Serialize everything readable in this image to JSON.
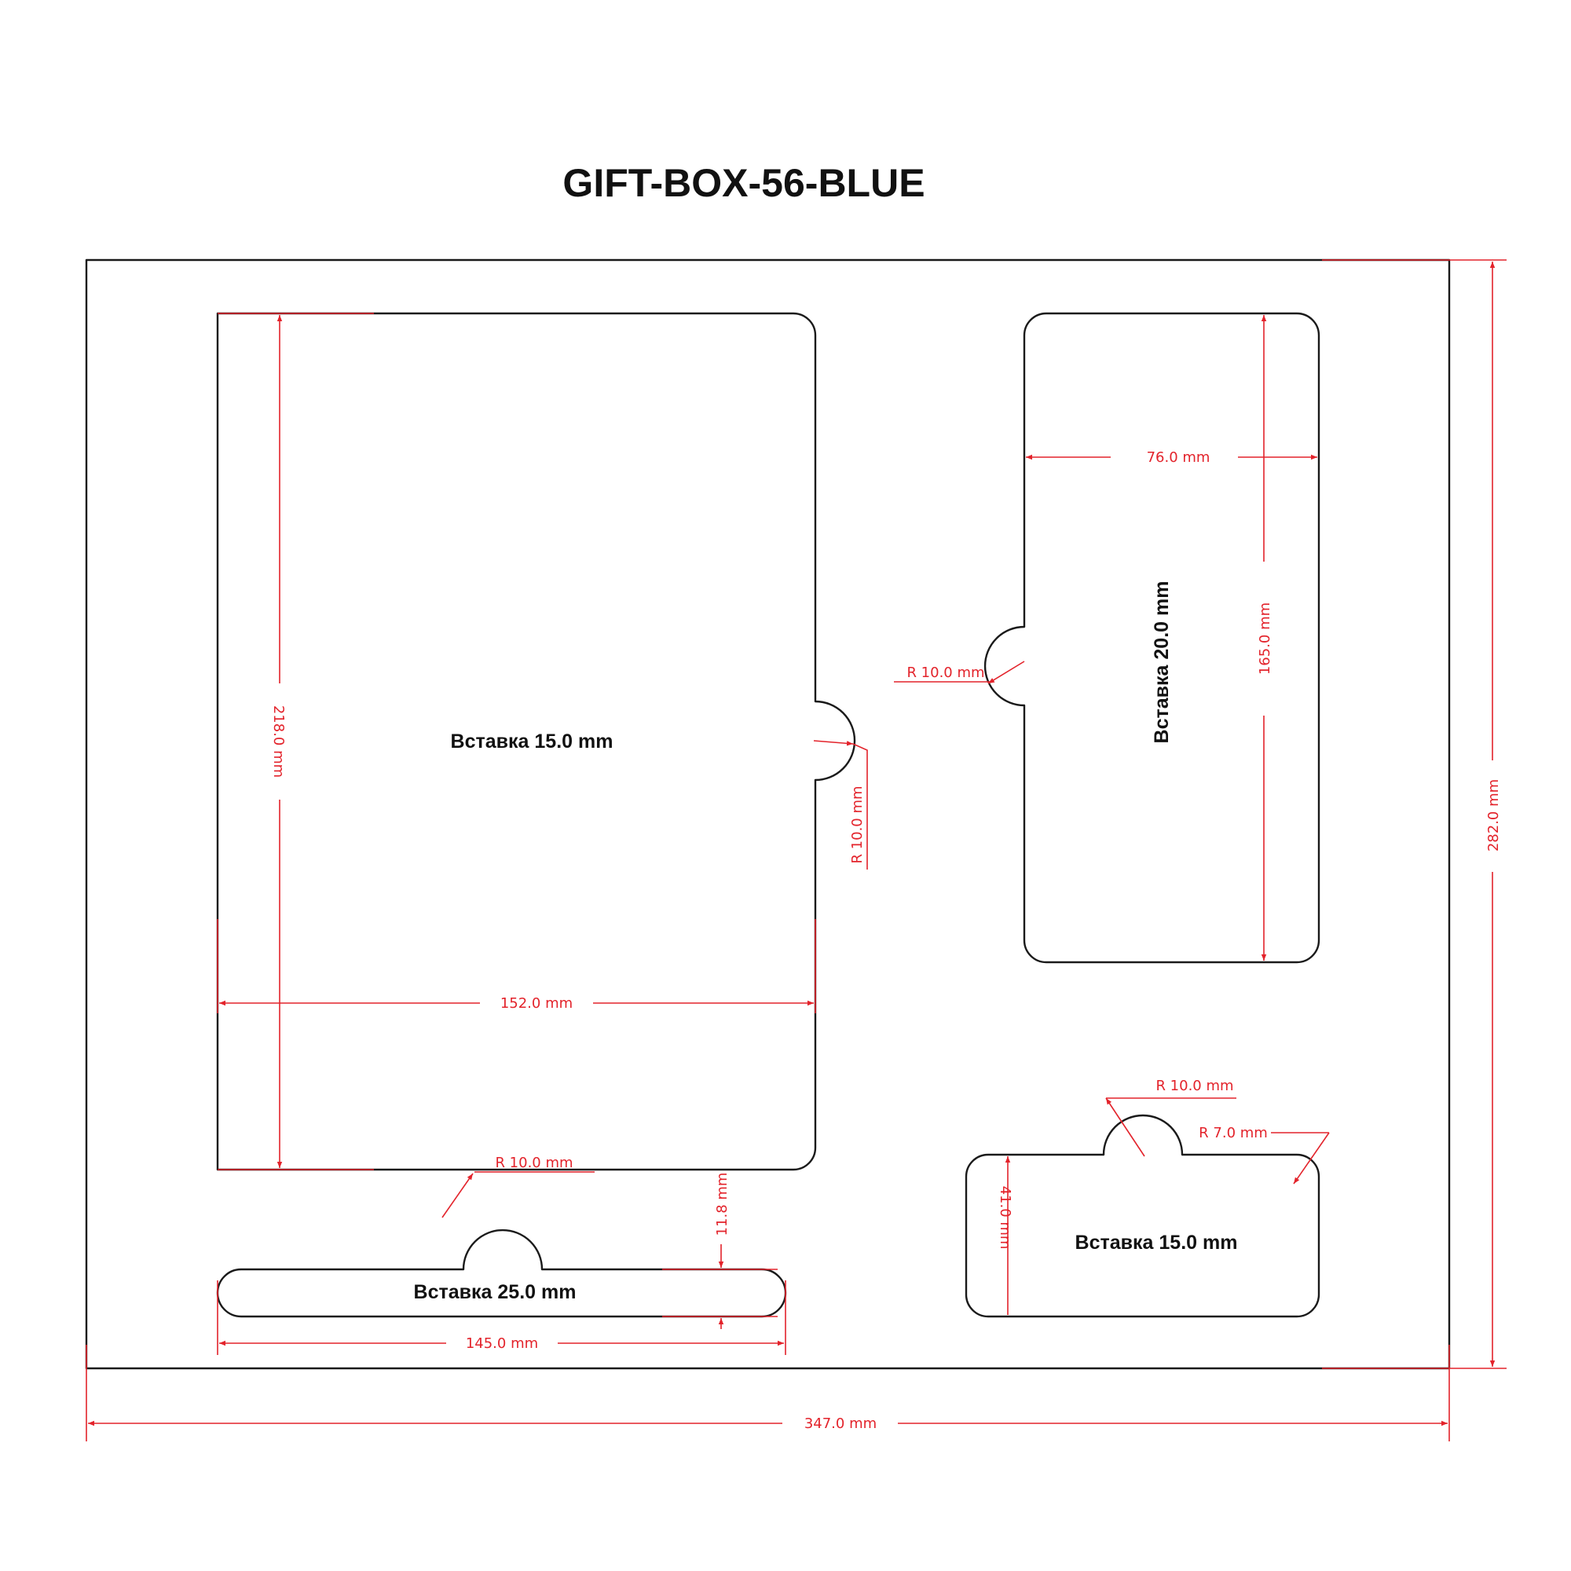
{
  "title": "GIFT-BOX-56-BLUE",
  "colors": {
    "outline": "#1a1a1a",
    "dimension": "#e3232b",
    "background": "#ffffff"
  },
  "insert_labels": {
    "large": "Вставка 15.0 mm",
    "tall": "Вставка 20.0 mm",
    "small": "Вставка 15.0 mm",
    "strip": "Вставка 25.0 mm"
  },
  "dimensions": {
    "overall_width": "347.0 mm",
    "overall_height": "282.0 mm",
    "large_width": "152.0 mm",
    "large_height": "218.0 mm",
    "large_notch_radius": "R 10.0 mm",
    "large_corner_radius": "R 10.0 mm",
    "tall_width": "76.0 mm",
    "tall_height": "165.0 mm",
    "tall_notch_radius": "R 10.0 mm",
    "small_notch_radius": "R 10.0 mm",
    "small_corner_radius": "R 7.0 mm",
    "small_height": "41.0 mm",
    "strip_width": "145.0 mm",
    "strip_height": "11.8 mm"
  }
}
